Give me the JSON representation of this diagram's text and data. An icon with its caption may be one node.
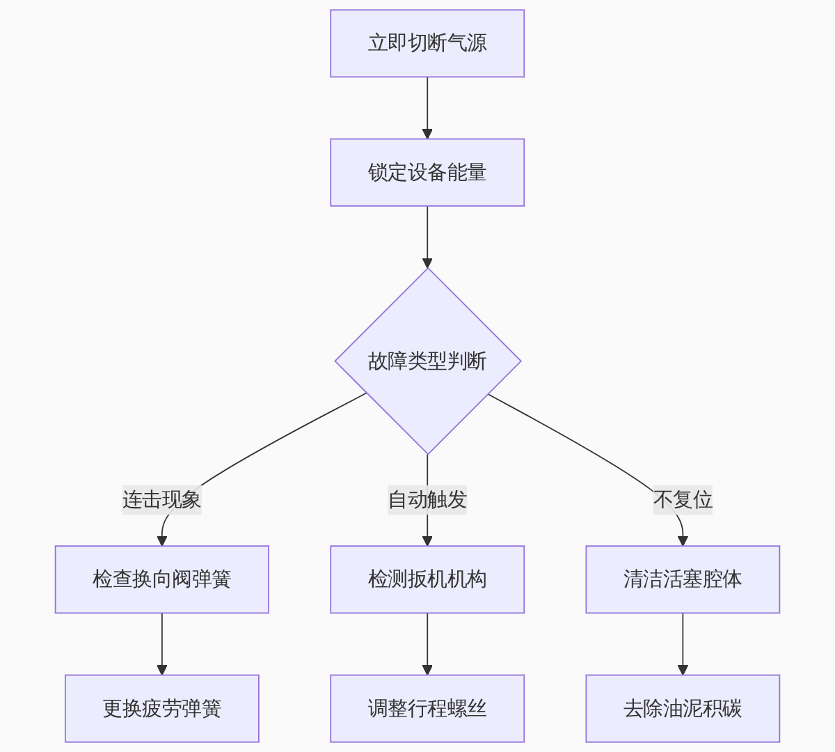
{
  "diagram": {
    "nodes": [
      {
        "text": [
          "立即切断气源"
        ]
      },
      {
        "text": [
          "锁定设备能量"
        ]
      },
      {
        "text": [
          "故障类型判断"
        ]
      },
      {
        "text": [
          "检查换向阀弹簧"
        ]
      },
      {
        "text": [
          "检测扳机机构"
        ]
      },
      {
        "text": [
          "清洁活塞腔体"
        ]
      },
      {
        "text": [
          "更换疲劳弹簧"
        ]
      },
      {
        "text": [
          "调整行程螺丝"
        ]
      },
      {
        "text": [
          "去除油泥积碳"
        ]
      }
    ],
    "edges": [
      {
        "from": 0,
        "to": 1,
        "arrow": "to"
      },
      {
        "from": 1,
        "to": 2,
        "arrow": "to"
      },
      {
        "from": 2,
        "to": 3,
        "arrow": "to",
        "label": "连击现象"
      },
      {
        "from": 2,
        "to": 4,
        "arrow": "to",
        "label": "自动触发"
      },
      {
        "from": 2,
        "to": 5,
        "arrow": "to",
        "label": "不复位"
      },
      {
        "from": 3,
        "to": 6,
        "arrow": "to"
      },
      {
        "from": 4,
        "to": 7,
        "arrow": "to"
      },
      {
        "from": 5,
        "to": 8,
        "arrow": "to"
      }
    ]
  }
}
